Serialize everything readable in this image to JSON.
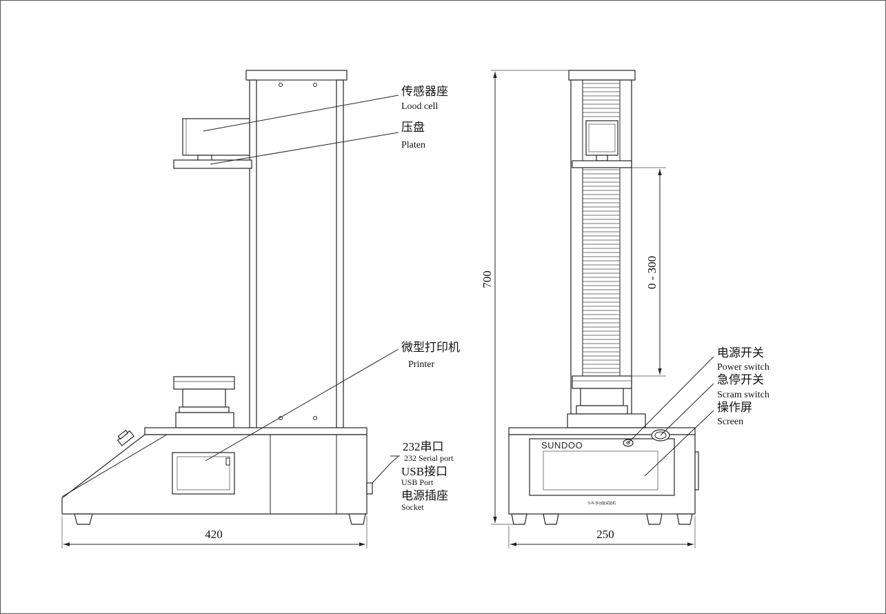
{
  "labels": {
    "load_cell_cn": "传感器座",
    "load_cell_en": "Lood cell",
    "platen_cn": "压盘",
    "platen_en": "Platen",
    "printer_cn": "微型打印机",
    "printer_en": "Printer",
    "serial_cn": "232串口",
    "serial_en": "232 Serial port",
    "usb_cn": "USB接口",
    "usb_en": "USB Port",
    "socket_cn": "电源插座",
    "socket_en": "Socket",
    "power_cn": "电源开关",
    "power_en": "Power switch",
    "scram_cn": "急停开关",
    "scram_en": "Scram switch",
    "screen_cn": "操作屏",
    "screen_en": "Screen"
  },
  "dimensions": {
    "width_front": "420",
    "width_side": "250",
    "height": "700",
    "stroke": "0 - 300"
  },
  "branding": {
    "brand": "SUNDOO",
    "panel_caption": "S-N 多功能试验机"
  }
}
